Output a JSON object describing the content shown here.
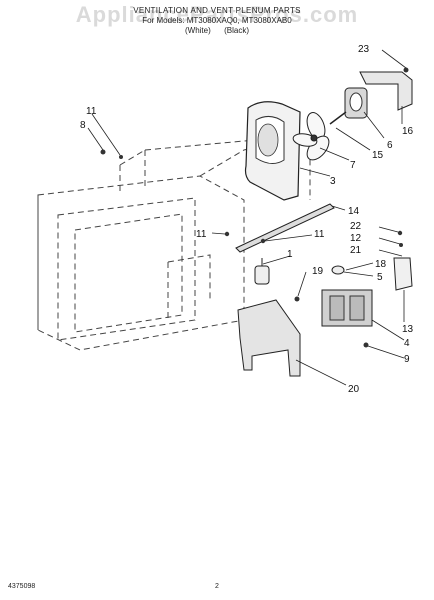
{
  "watermark": "AppliancePartsPros.com",
  "header": {
    "line1": "VENTILATION AND VENT PLENUM PARTS",
    "line2": "For Models: MT3080XAQ0, MT3080XAB0",
    "line3_left": "(White)",
    "line3_right": "(Black)"
  },
  "callouts": [
    "23",
    "16",
    "6",
    "15",
    "7",
    "3",
    "11",
    "8",
    "14",
    "22",
    "12",
    "21",
    "18",
    "5",
    "11",
    "11",
    "1",
    "19",
    "13",
    "4",
    "9",
    "20"
  ],
  "footer": {
    "doc_number": "4375098",
    "page_number": "2"
  }
}
